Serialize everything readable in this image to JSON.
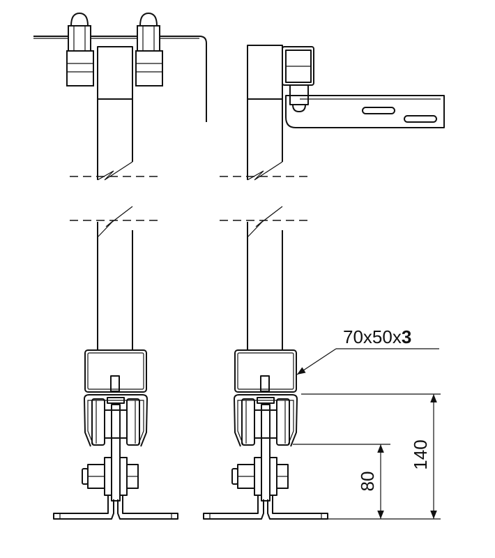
{
  "drawing": {
    "profile_label": {
      "prefix": "70x50x",
      "thickness": "3"
    },
    "dimensions": {
      "overall_height": "140",
      "lower_height": "80"
    }
  }
}
